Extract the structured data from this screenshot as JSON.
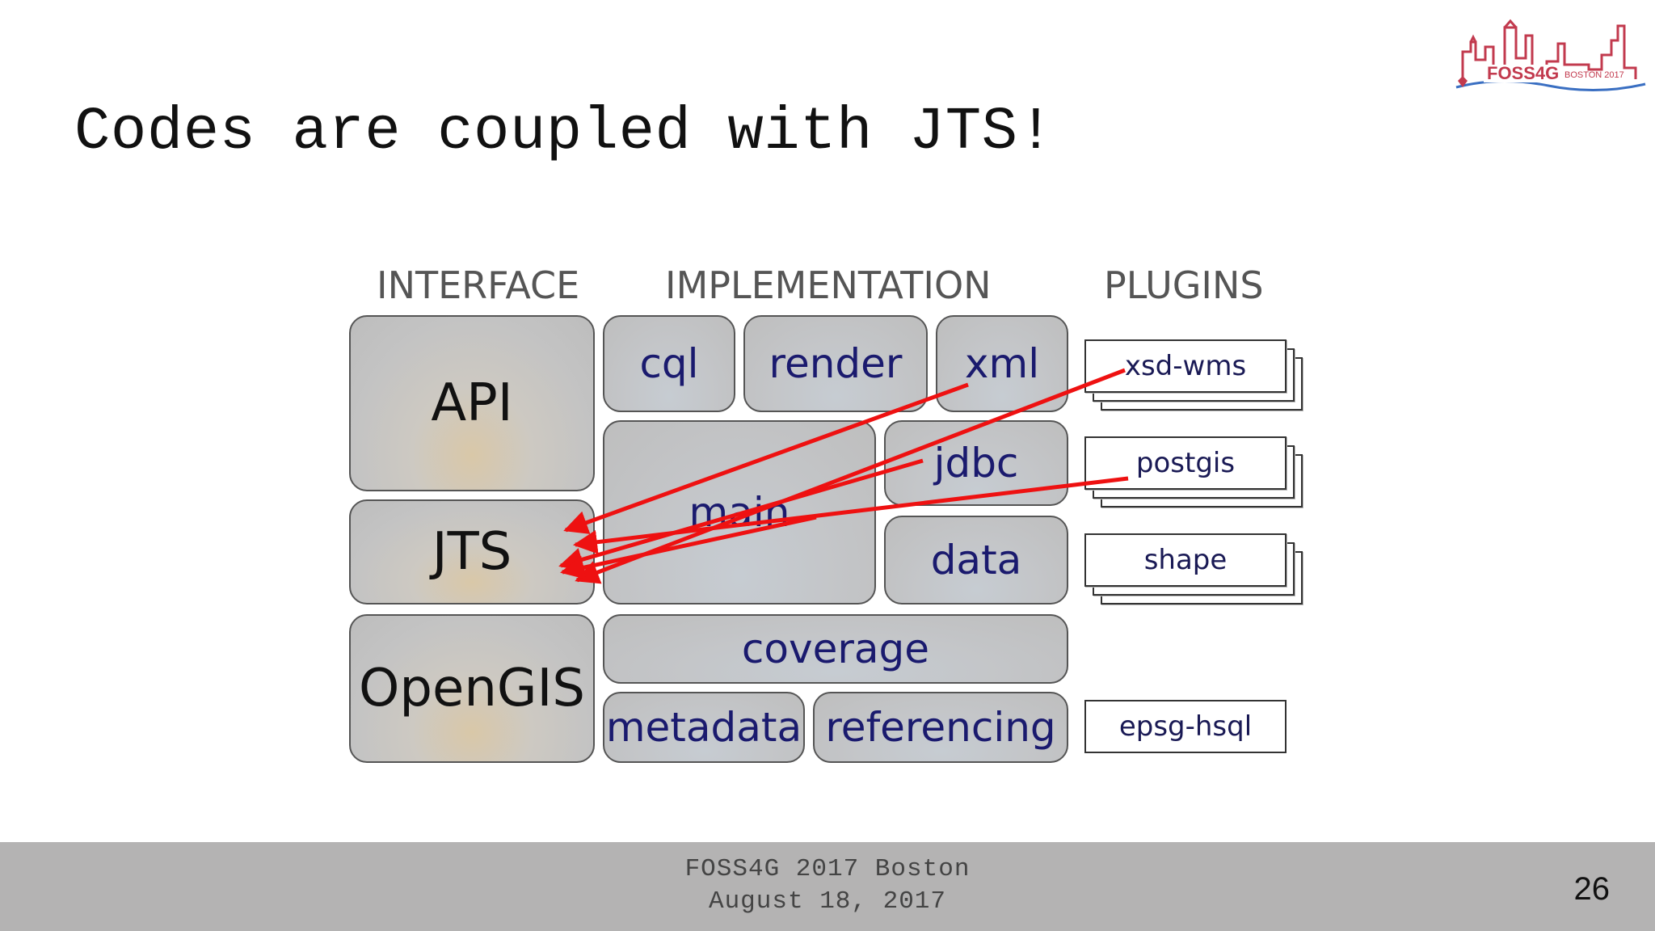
{
  "slide": {
    "title": "Codes are coupled with JTS!",
    "logo_text": "FOSS4G",
    "logo_subtext": "BOSTON 2017"
  },
  "diagram": {
    "headers": {
      "interface": "INTERFACE",
      "implementation": "IMPLEMENTATION",
      "plugins": "PLUGINS"
    },
    "interface": {
      "api": "API",
      "jts": "JTS",
      "opengis": "OpenGIS"
    },
    "implementation": {
      "cql": "cql",
      "render": "render",
      "xml": "xml",
      "main": "main",
      "jdbc": "jdbc",
      "data": "data",
      "coverage": "coverage",
      "metadata": "metadata",
      "referencing": "referencing"
    },
    "plugins": {
      "xsd_wms": "xsd-wms",
      "postgis": "postgis",
      "shape": "shape",
      "epsg_hsql": "epsg-hsql"
    },
    "arrow_color": "#ee1111"
  },
  "footer": {
    "line1": "FOSS4G 2017 Boston",
    "line2": "August 18, 2017",
    "page_number": "26",
    "background": "#b4b3b3"
  }
}
